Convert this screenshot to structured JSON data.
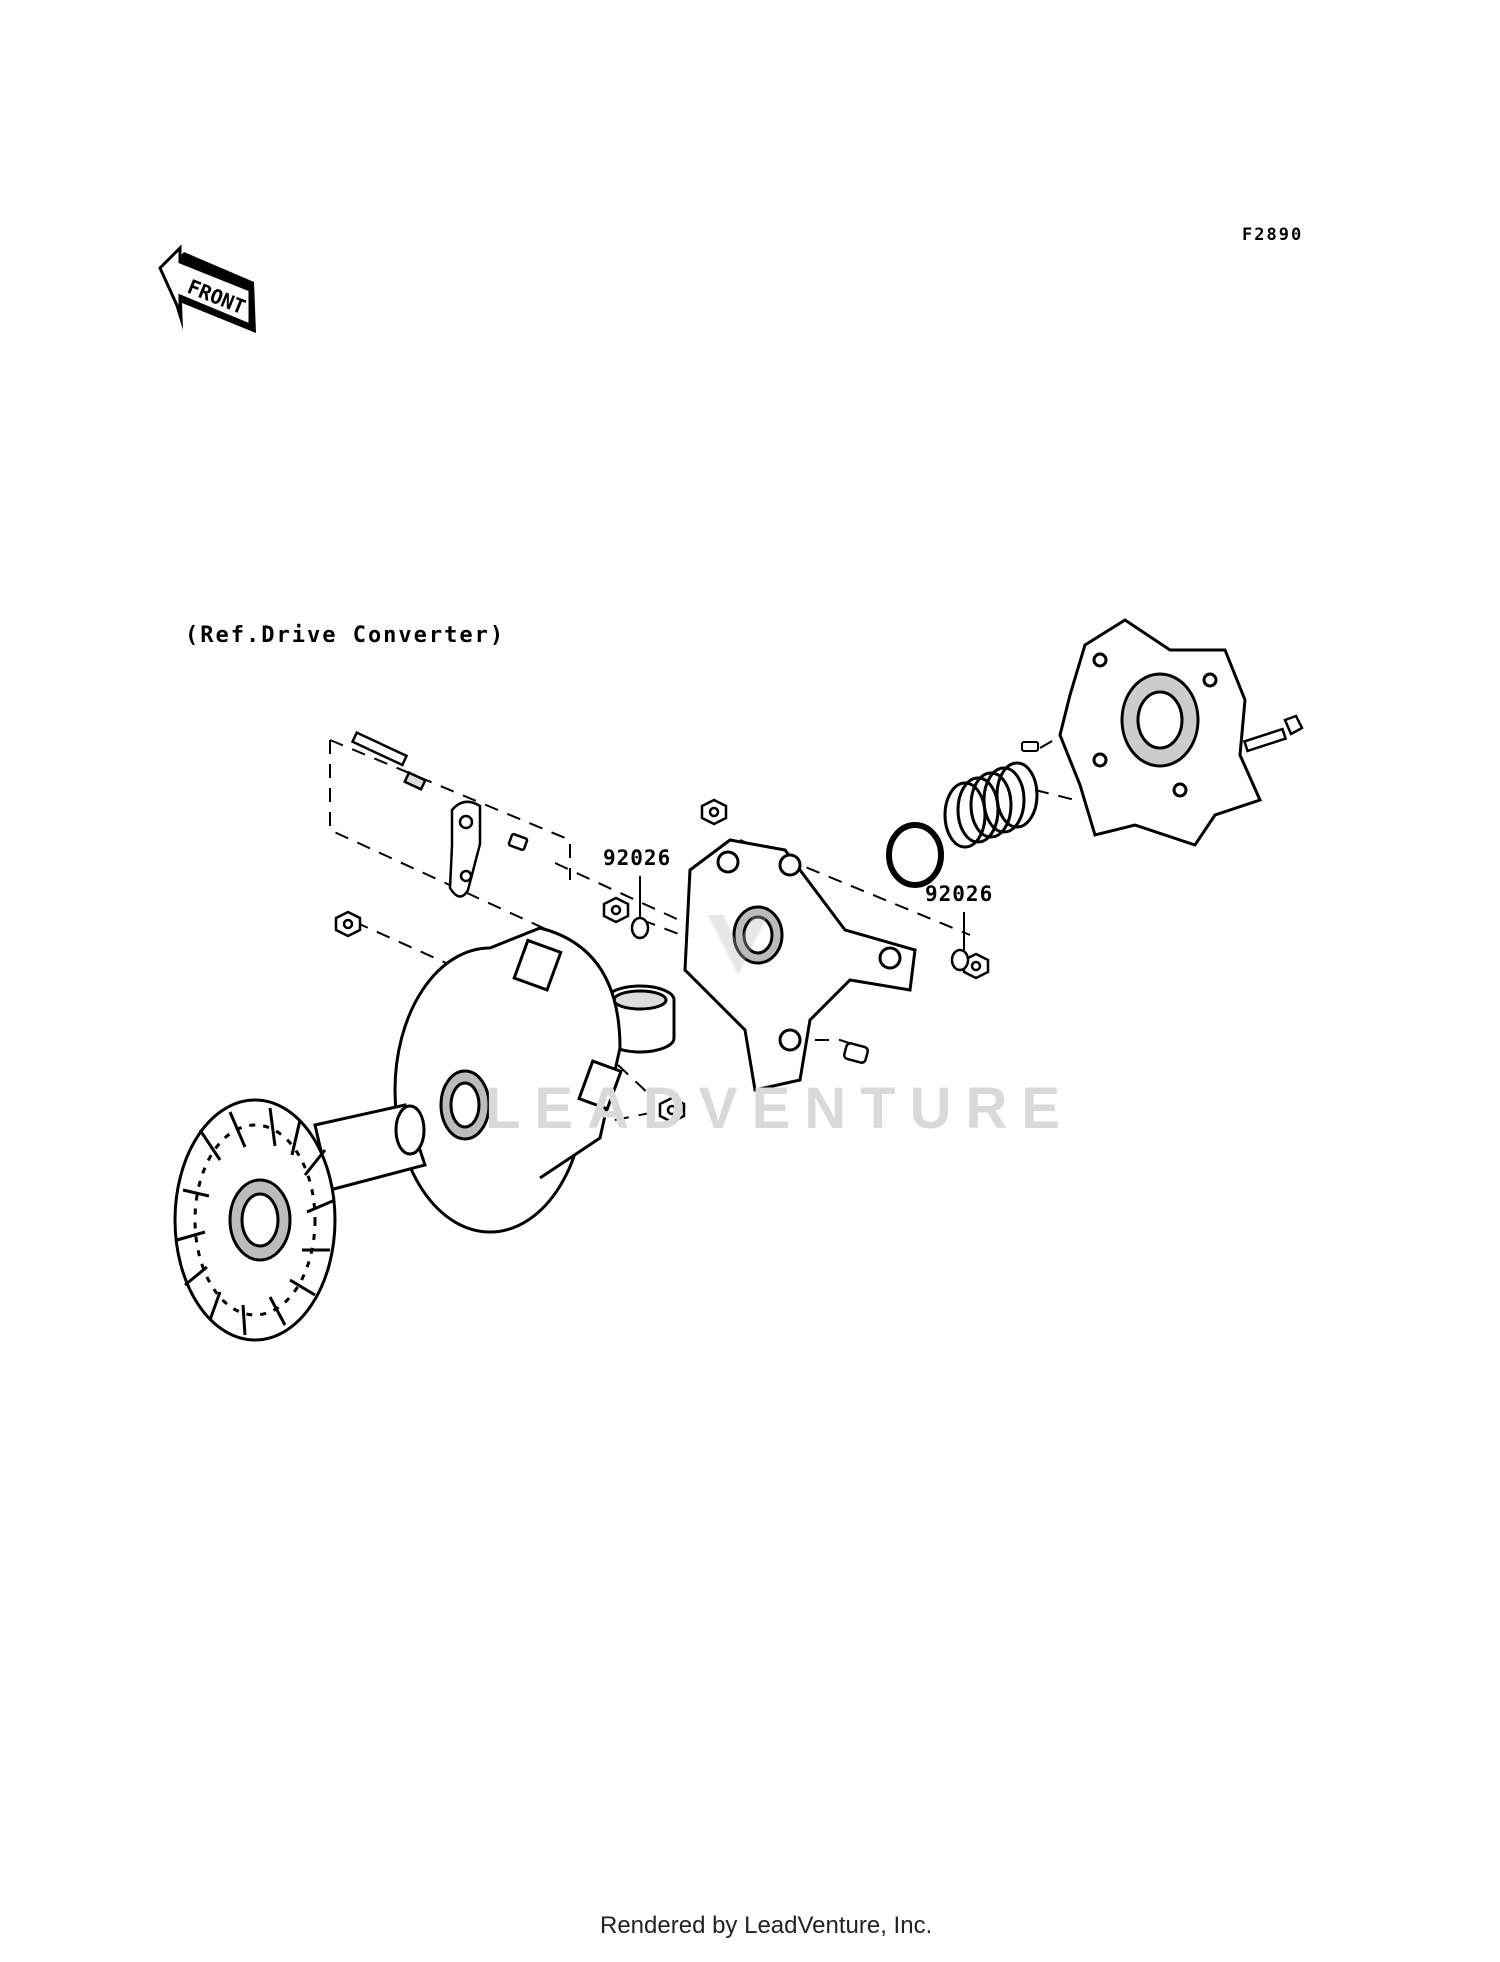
{
  "diagram": {
    "code": "F2890",
    "front_label": "FRONT",
    "reference_label": "(Ref.Drive Converter)",
    "part_labels": [
      {
        "id": "label-left",
        "text": "92026"
      },
      {
        "id": "label-right",
        "text": "92026"
      }
    ],
    "watermark": "LEADVENTURE",
    "footer": "Rendered by LeadVenture, Inc."
  },
  "colors": {
    "line": "#000000",
    "background": "#ffffff",
    "watermark": "#d9d9d9"
  }
}
